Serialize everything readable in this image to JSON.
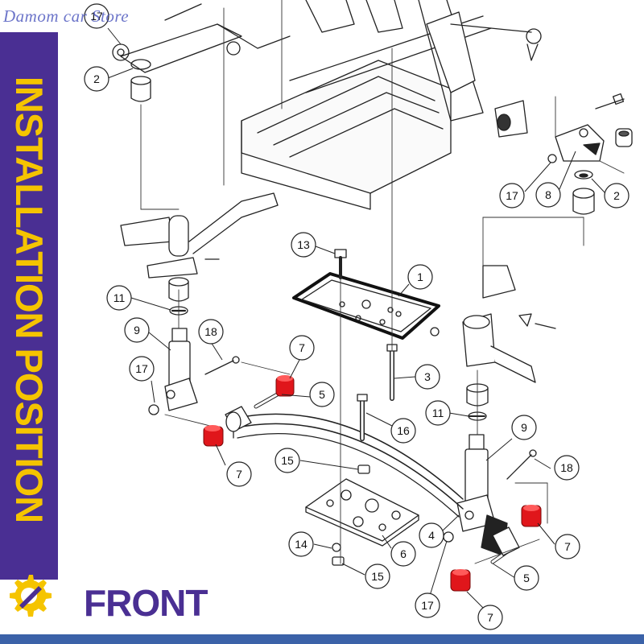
{
  "watermark": "Damom car Store",
  "side_label": "INSTALLATION POSITION",
  "bottom_label": "FRONT",
  "colors": {
    "brand_purple": "#4a2f93",
    "brand_yellow": "#f5c400",
    "bushing_red": "#e0161b",
    "bottom_bar": "#3b62a8"
  },
  "icons": [
    "gear-wrench-icon"
  ],
  "callouts": [
    {
      "id": "c17a",
      "label": "17"
    },
    {
      "id": "c2a",
      "label": "2"
    },
    {
      "id": "c17b",
      "label": "17"
    },
    {
      "id": "c8",
      "label": "8"
    },
    {
      "id": "c2b",
      "label": "2"
    },
    {
      "id": "c13",
      "label": "13"
    },
    {
      "id": "c1",
      "label": "1"
    },
    {
      "id": "c11a",
      "label": "11"
    },
    {
      "id": "c9a",
      "label": "9"
    },
    {
      "id": "c18a",
      "label": "18"
    },
    {
      "id": "c7a",
      "label": "7"
    },
    {
      "id": "c17c",
      "label": "17"
    },
    {
      "id": "c3",
      "label": "3"
    },
    {
      "id": "c5a",
      "label": "5"
    },
    {
      "id": "c11b",
      "label": "11"
    },
    {
      "id": "c9b",
      "label": "9"
    },
    {
      "id": "c16",
      "label": "16"
    },
    {
      "id": "c7b",
      "label": "7"
    },
    {
      "id": "c15a",
      "label": "15"
    },
    {
      "id": "c18b",
      "label": "18"
    },
    {
      "id": "c4",
      "label": "4"
    },
    {
      "id": "c7c",
      "label": "7"
    },
    {
      "id": "c14",
      "label": "14"
    },
    {
      "id": "c6",
      "label": "6"
    },
    {
      "id": "c15b",
      "label": "15"
    },
    {
      "id": "c5b",
      "label": "5"
    },
    {
      "id": "c17d",
      "label": "17"
    },
    {
      "id": "c7d",
      "label": "7"
    }
  ]
}
